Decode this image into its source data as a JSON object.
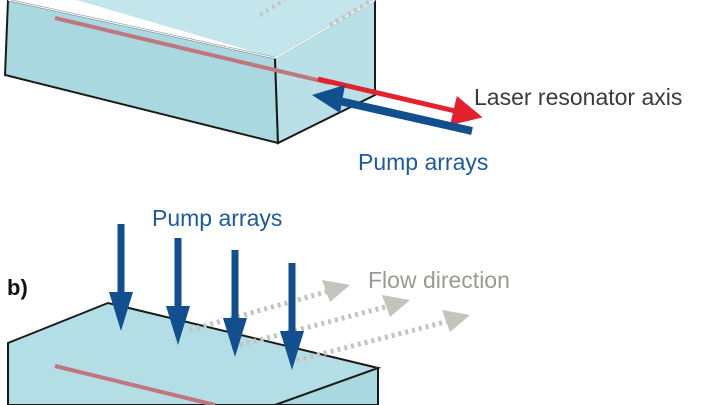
{
  "labels": {
    "laser_axis": "Laser resonator axis",
    "pump_arrays_top": "Pump arrays",
    "pump_arrays_bottom": "Pump arrays",
    "panel_b": "b)",
    "flow_direction": "Flow direction"
  },
  "colors": {
    "slab_face": "#a9d8e0",
    "slab_edge": "#1a1a1a",
    "pump_arrow": "#114f8f",
    "laser_arrow": "#e3222f",
    "flow_arrow": "#c4c4bc",
    "laser_axis_line": "#c0767e"
  }
}
